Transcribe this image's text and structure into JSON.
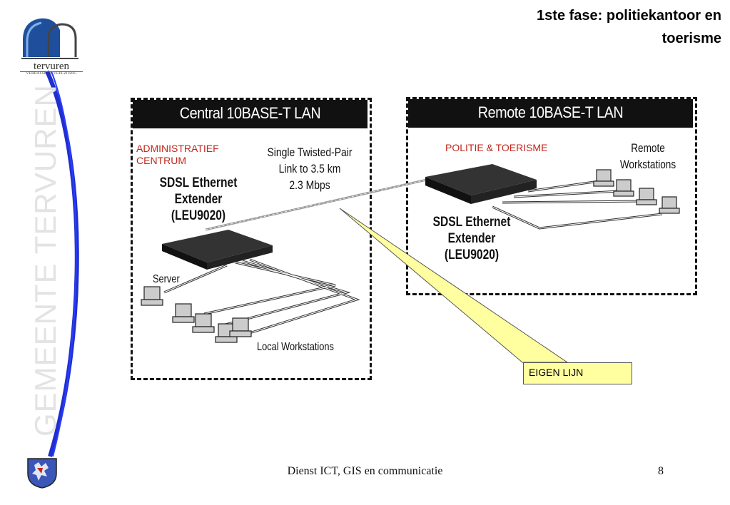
{
  "slide": {
    "title_line1": "1ste fase: politiekantoor en",
    "title_line2": "toerisme",
    "vertical_brand": "GEMEENTE TERVUREN",
    "logo": {
      "name": "tervuren",
      "tagline": "VERRASSEND VEELZIJDIG"
    },
    "footer": "Dienst ICT, GIS en communicatie",
    "page_number": "8"
  },
  "diagram": {
    "central": {
      "header": "Central 10BASE-T LAN",
      "location_label_line1": "ADMINISTRATIEF",
      "location_label_line2": "CENTRUM",
      "device_line1": "SDSL Ethernet",
      "device_line2": "Extender",
      "device_line3": "(LEU9020)",
      "server_label": "Server",
      "workstations_label": "Local Workstations"
    },
    "link": {
      "line1": "Single Twisted-Pair",
      "line2": "Link to 3.5 km",
      "line3": "2.3 Mbps"
    },
    "remote": {
      "header": "Remote 10BASE-T LAN",
      "location_label": "POLITIE & TOERISME",
      "device_line1": "SDSL Ethernet",
      "device_line2": "Extender",
      "device_line3": "(LEU9020)",
      "workstations_line1": "Remote",
      "workstations_line2": "Workstations"
    },
    "callout": "EIGEN LIJN"
  },
  "colors": {
    "accent_blue": "#1f2fd0",
    "label_red": "#c0281e",
    "callout_fill": "#ffffa0",
    "brand_grey": "#e3e3e3"
  }
}
